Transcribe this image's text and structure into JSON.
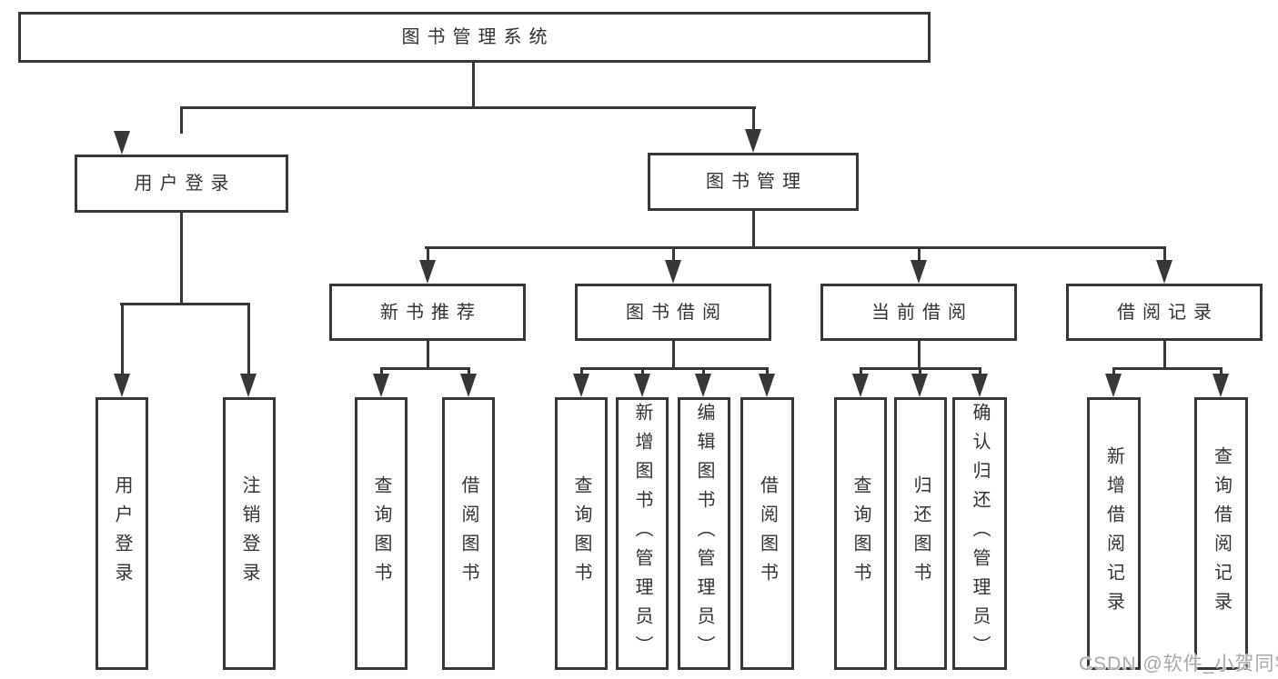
{
  "colors": {
    "line": "#373737",
    "text": "#333333",
    "background": "#ffffff",
    "watermark": "#a8a8a8"
  },
  "diagram": {
    "title": "图书管理系统",
    "level2": [
      "用户登录",
      "图书管理"
    ],
    "level3": [
      "新书推荐",
      "图书借阅",
      "当前借阅",
      "借阅记录"
    ],
    "level4": {
      "user_login": [
        "用户登录",
        "注销登录"
      ],
      "new_book_recommend": [
        "查询图书",
        "借阅图书"
      ],
      "book_borrow": [
        "查询图书",
        "新增图书（管理员）",
        "编辑图书（管理员）",
        "借阅图书"
      ],
      "current_borrow": [
        "查询图书",
        "归还图书",
        "确认归还（管理员）"
      ],
      "borrow_records": [
        "新增借阅记录",
        "查询借阅记录"
      ]
    }
  },
  "watermark": "CSDN @软件_小贺同学"
}
